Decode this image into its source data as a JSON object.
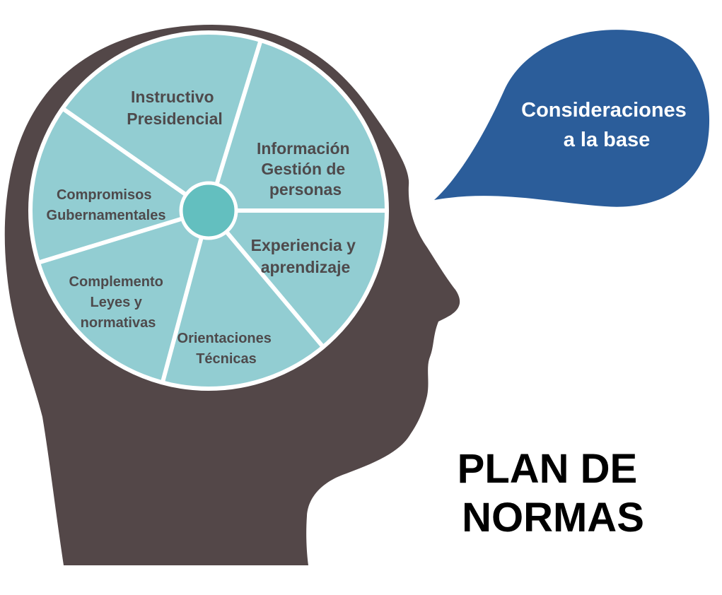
{
  "colors": {
    "head": "#534748",
    "wheel": "#92cdd2",
    "wheel_divider": "#ffffff",
    "hub": "#63bfbf",
    "label_text": "#4e4a4c",
    "bubble": "#2b5d9a",
    "bubble_text": "#ffffff",
    "title_text": "#000000"
  },
  "wheel": {
    "segments": [
      {
        "lines": [
          "Instructivo",
          "Presidencial"
        ]
      },
      {
        "lines": [
          "Información",
          "Gestión de",
          "personas"
        ]
      },
      {
        "lines": [
          "Experiencia y",
          "aprendizaje"
        ]
      },
      {
        "lines": [
          "Orientaciones",
          "Técnicas"
        ]
      },
      {
        "lines": [
          "Complemento",
          "Leyes y",
          "normativas"
        ]
      },
      {
        "lines": [
          "Compromisos",
          "Gubernamentales"
        ]
      }
    ]
  },
  "bubble": {
    "line1": "Consideraciones",
    "line2": "a la base"
  },
  "title": {
    "line1": "PLAN DE",
    "line2": "NORMAS"
  }
}
